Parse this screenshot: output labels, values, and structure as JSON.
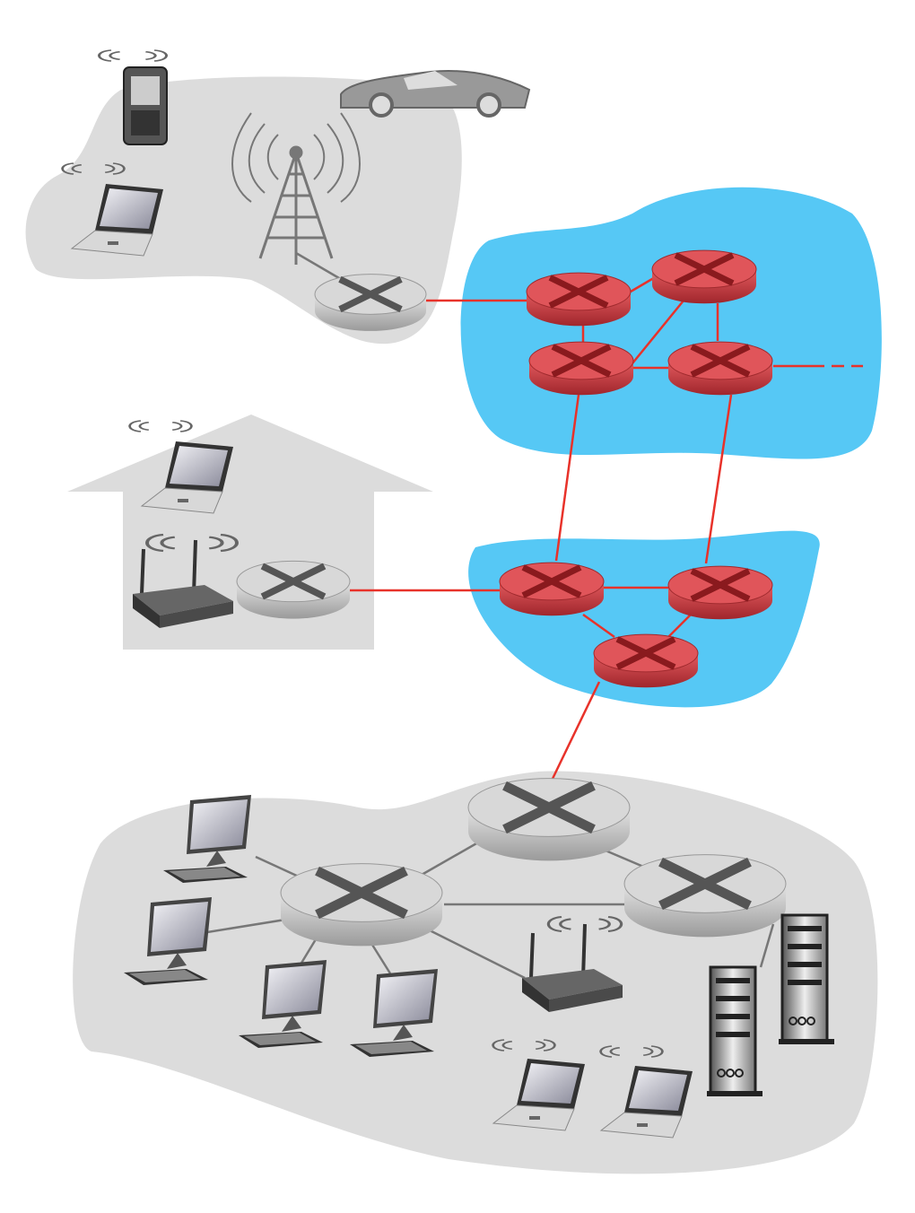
{
  "diagram": {
    "colors": {
      "access_region": "#dcdcdc",
      "isp_region": "#56c8f5",
      "core_router": "#c8343a",
      "core_router_top": "#e0555a",
      "edge_router": "#b8b8b8",
      "edge_router_top": "#d8d8d8",
      "core_link": "#e8322a",
      "edge_link": "#777777"
    },
    "regions": [
      {
        "kind": "mobile-network",
        "icon": "cell-tower-icon"
      },
      {
        "kind": "home-network",
        "icon": "house-icon"
      },
      {
        "kind": "global-isp",
        "icon": "cloud-icon"
      },
      {
        "kind": "regional-isp",
        "icon": "cloud-icon"
      },
      {
        "kind": "enterprise-network",
        "icon": "building-icon"
      }
    ],
    "devices": [
      "smartphone-icon",
      "car-icon",
      "laptop-icon",
      "cell-tower-icon",
      "wifi-router-icon",
      "desktop-icon",
      "server-icon",
      "router-icon"
    ]
  }
}
